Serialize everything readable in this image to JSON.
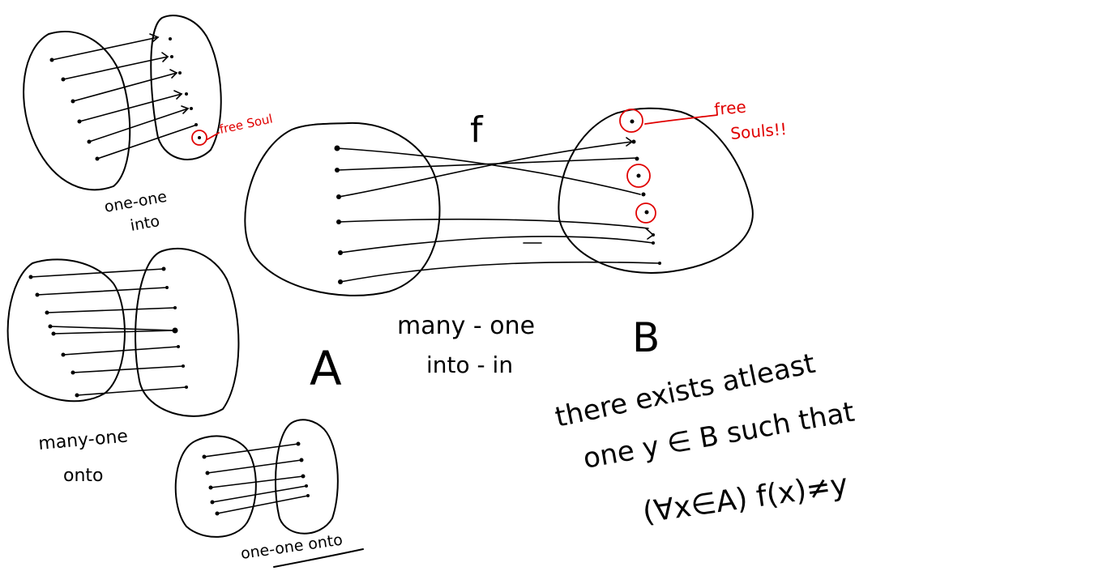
{
  "labels": {
    "one_one_into_1": "one-one",
    "one_one_into_2": "into",
    "free_soul_small": "free Soul",
    "many_one_onto_1": "many-one",
    "many_one_onto_2": "onto",
    "one_one_onto": "one-one onto",
    "f": "f",
    "free_souls": "free",
    "free_souls_2": "Souls!!",
    "set_a": "A",
    "set_b": "B",
    "many_one_into_1": "many - one",
    "many_one_into_2": "into - in",
    "def_line1": "there exists atleast",
    "def_line2": "one y ∈ B such that",
    "def_line3": "(∀x∈A)  f(x)≠y"
  },
  "colors": {
    "ink": "#000000",
    "highlight": "#e00000"
  }
}
